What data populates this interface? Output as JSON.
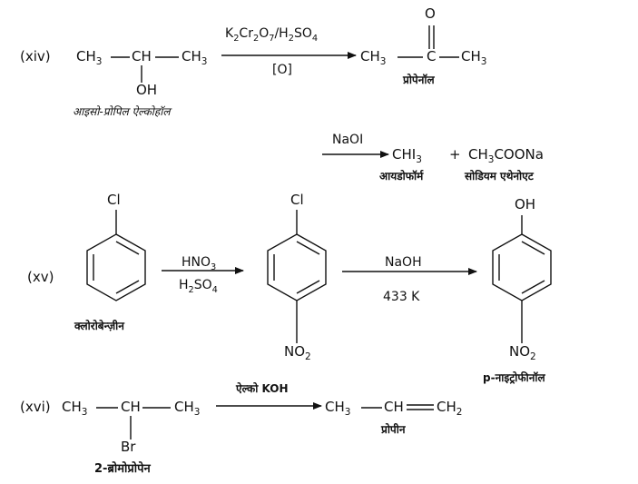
{
  "r14": {
    "number": "(xiv)",
    "reactant": {
      "left": "CH3",
      "center": "CH",
      "right": "CH3",
      "sub": "OH",
      "name": "आइसो-प्रोपिल ऐल्कोहॉल"
    },
    "reagent_top": "K2Cr2O7/H2SO4",
    "reagent_bottom": "[O]",
    "product": {
      "left": "CH3",
      "carbonyl_o": "O",
      "center": "C",
      "right": "CH3",
      "name": "प्रोपेनॉल"
    },
    "step2": {
      "reagent": "NaOI",
      "product_a": "CHI3",
      "plus": "+",
      "product_b": "CH3COONa",
      "name_a": "आयडोफॉर्म",
      "name_b": "सोडियम एथेनोएट"
    }
  },
  "r15": {
    "number": "(xv)",
    "start": {
      "substituent": "Cl",
      "name": "क्लोरोबेन्ज़ीन"
    },
    "reagent1_top": "HNO3",
    "reagent1_bottom": "H2SO4",
    "middle": {
      "top": "Cl",
      "bottom": "NO2"
    },
    "reagent2_top": "NaOH",
    "reagent2_bottom": "433 K",
    "product": {
      "top": "OH",
      "bottom": "NO2",
      "name": "p-नाइट्रोफीनॉल"
    }
  },
  "r16": {
    "number": "(xvi)",
    "reactant": {
      "left": "CH3",
      "center": "CH",
      "right": "CH3",
      "sub": "Br",
      "name": "2-ब्रोमोप्रोपेन"
    },
    "reagent": "ऐल्को KOH",
    "product": {
      "left": "CH3",
      "center": "CH",
      "right": "CH2",
      "name": "प्रोपीन"
    }
  }
}
